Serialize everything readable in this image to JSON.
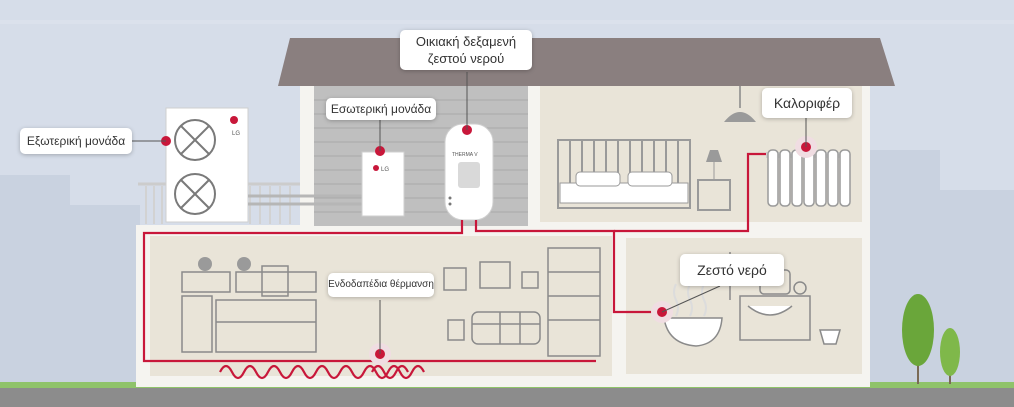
{
  "labels": {
    "hot_water_tank": [
      "Οικιακή δεξαμενή",
      "ζεστού νερού"
    ],
    "indoor_unit": "Εσωτερική μονάδα",
    "outdoor_unit": "Εξωτερική μονάδα",
    "radiator": "Καλοριφέρ",
    "hot_water": "Ζεστό νερό",
    "underfloor_heating": "Ενδοδαπέδια θέρμανση"
  },
  "branding": {
    "brand": "LG",
    "tank_brand": "THERMA V"
  },
  "colors": {
    "sky": "#d6dde9",
    "roof": "#8a7f7f",
    "wall": "#f5f4f0",
    "room": "#e9e4d8",
    "brick": "#bfbfbf",
    "pipe": "#c8173a",
    "ground": "#8c8c8c",
    "grass": "#8fc36a",
    "tree": "#6aa63a",
    "label_text": "#333333"
  },
  "icons": [
    "fan-icon",
    "lg-logo-icon",
    "ceiling-lamp-icon",
    "radiator-icon",
    "tree-icon",
    "hotspot-marker-icon"
  ]
}
